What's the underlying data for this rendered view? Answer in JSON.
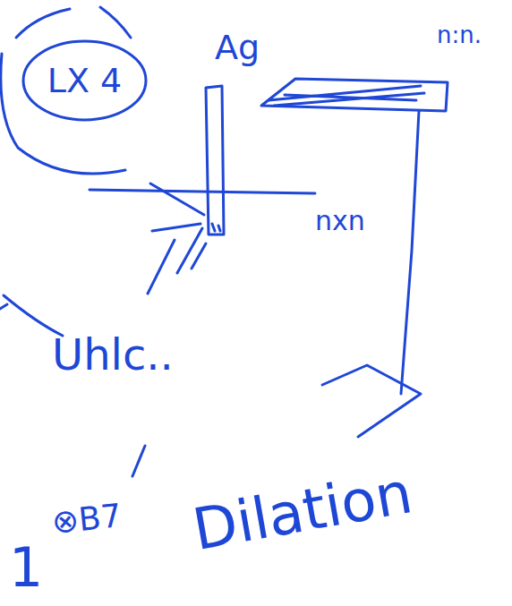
{
  "diagram": {
    "nodes": [
      {
        "text": [
          "LX 4"
        ]
      }
    ],
    "labels": [
      "Ag",
      "n:n.",
      "nxn",
      "Uhlc..",
      "1",
      "⊗B7",
      "Dilation"
    ]
  }
}
